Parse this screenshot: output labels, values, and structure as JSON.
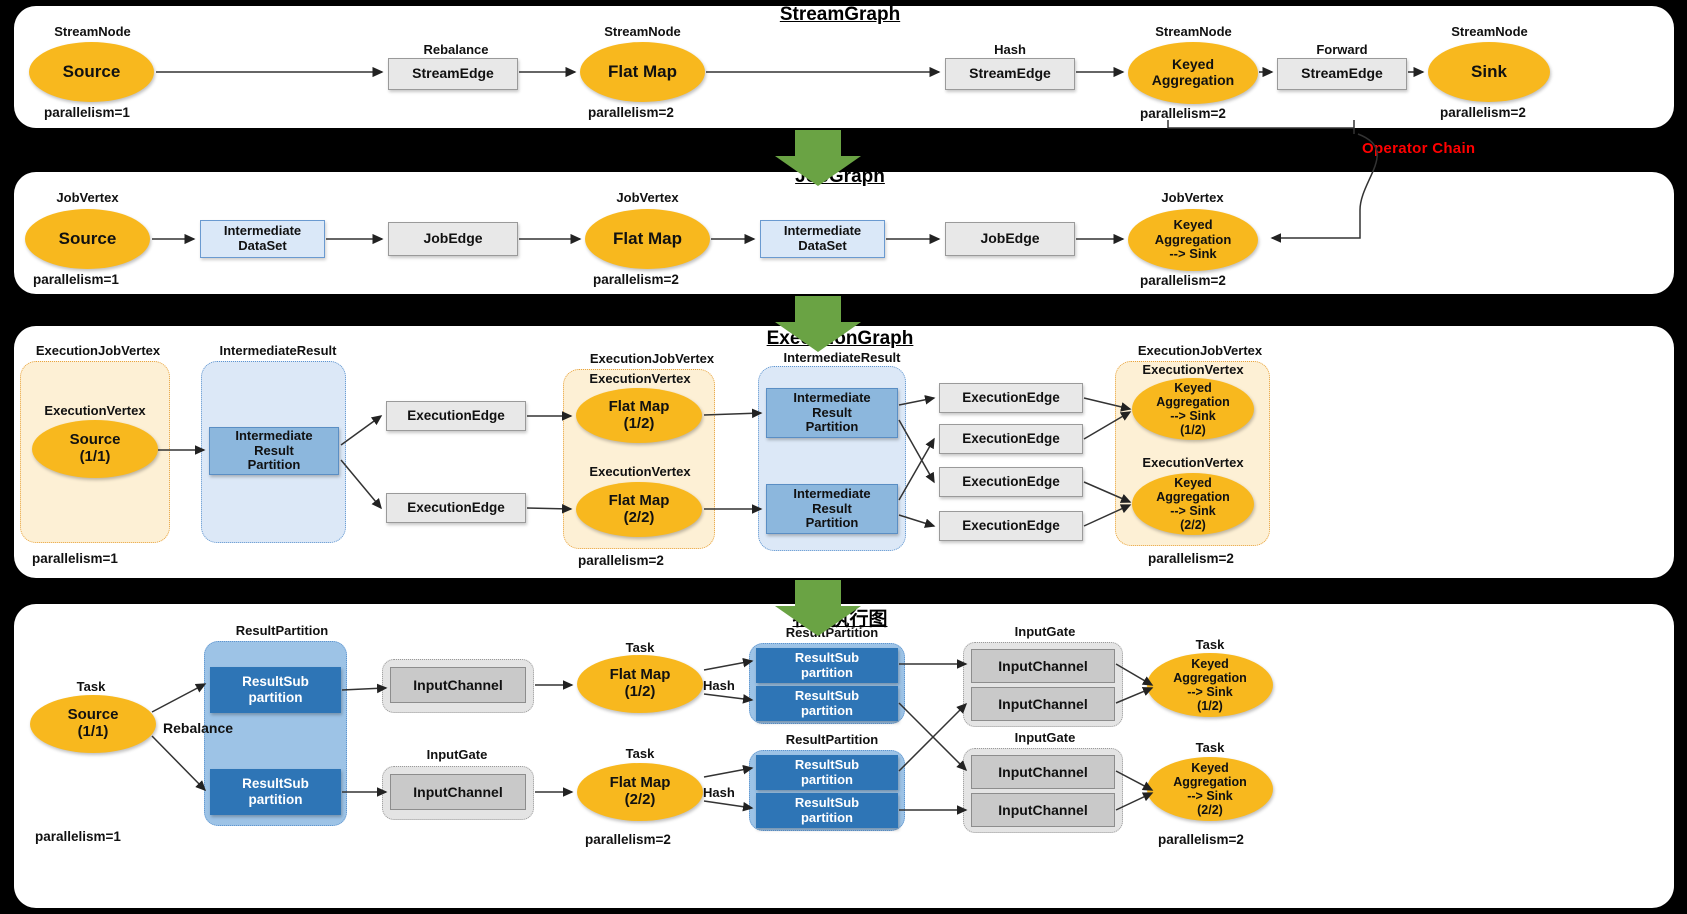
{
  "colors": {
    "background": "#000000",
    "panel": "#ffffff",
    "node_orange": "#F8B81E",
    "edge_grey": "#E8E8E8",
    "dataset_blue": "#DAE8F8",
    "partition_blue": "#8CB7DD",
    "subpartition_blue": "#2E75B6",
    "container_cream": "#FDF0D5",
    "container_lightblue": "#DCE8F7",
    "container_midblue": "#9DC3E6",
    "arrow_green": "#6AA344",
    "operator_chain_red": "#FF0000"
  },
  "annotation": {
    "operator_chain": "Operator Chain"
  },
  "sections": [
    {
      "id": "streamgraph",
      "title": "StreamGraph",
      "nodes": [
        {
          "caption": "StreamNode",
          "label": "Source",
          "parallelism": "parallelism=1"
        },
        {
          "caption": "Rebalance",
          "label": "StreamEdge"
        },
        {
          "caption": "StreamNode",
          "label": "Flat Map",
          "parallelism": "parallelism=2"
        },
        {
          "caption": "Hash",
          "label": "StreamEdge"
        },
        {
          "caption": "StreamNode",
          "label": "Keyed\nAggregation",
          "parallelism": "parallelism=2"
        },
        {
          "caption": "Forward",
          "label": "StreamEdge"
        },
        {
          "caption": "StreamNode",
          "label": "Sink",
          "parallelism": "parallelism=2"
        }
      ]
    },
    {
      "id": "jobgraph",
      "title": "JobGraph",
      "nodes": [
        {
          "caption": "JobVertex",
          "label": "Source",
          "parallelism": "parallelism=1"
        },
        {
          "label": "Intermediate\nDataSet"
        },
        {
          "label": "JobEdge"
        },
        {
          "caption": "JobVertex",
          "label": "Flat Map",
          "parallelism": "parallelism=2"
        },
        {
          "label": "Intermediate\nDataSet"
        },
        {
          "label": "JobEdge"
        },
        {
          "caption": "JobVertex",
          "label": "Keyed\nAggregation\n--> Sink",
          "parallelism": "parallelism=2"
        }
      ]
    },
    {
      "id": "executiongraph",
      "title": "ExecutionGraph",
      "group_captions": {
        "execution_job_vertex": "ExecutionJobVertex",
        "intermediate_result": "IntermediateResult",
        "execution_vertex": "ExecutionVertex"
      },
      "nodes": [
        {
          "label": "Source\n(1/1)",
          "parallelism": "parallelism=1"
        },
        {
          "label": "Intermediate\nResult\nPartition"
        },
        {
          "label": "ExecutionEdge"
        },
        {
          "label": "ExecutionEdge"
        },
        {
          "label": "Flat Map\n(1/2)"
        },
        {
          "label": "Flat Map\n(2/2)",
          "parallelism": "parallelism=2"
        },
        {
          "label": "Intermediate\nResult\nPartition"
        },
        {
          "label": "Intermediate\nResult\nPartition"
        },
        {
          "label": "ExecutionEdge"
        },
        {
          "label": "ExecutionEdge"
        },
        {
          "label": "ExecutionEdge"
        },
        {
          "label": "ExecutionEdge"
        },
        {
          "label": "Keyed\nAggregation\n--> Sink\n(1/2)"
        },
        {
          "label": "Keyed\nAggregation\n--> Sink\n(2/2)",
          "parallelism": "parallelism=2"
        }
      ]
    },
    {
      "id": "physical",
      "title": "物理执行图",
      "group_captions": {
        "task": "Task",
        "result_partition": "ResultPartition",
        "input_gate": "InputGate"
      },
      "edge_labels": {
        "rebalance": "Rebalance",
        "hash": "Hash"
      },
      "nodes": [
        {
          "label": "Source\n(1/1)",
          "parallelism": "parallelism=1"
        },
        {
          "label": "ResultSub\npartition"
        },
        {
          "label": "ResultSub\npartition"
        },
        {
          "label": "InputChannel"
        },
        {
          "label": "InputChannel"
        },
        {
          "label": "Flat Map\n(1/2)"
        },
        {
          "label": "Flat Map\n(2/2)",
          "parallelism": "parallelism=2"
        },
        {
          "label": "ResultSub\npartition"
        },
        {
          "label": "ResultSub\npartition"
        },
        {
          "label": "ResultSub\npartition"
        },
        {
          "label": "ResultSub\npartition"
        },
        {
          "label": "InputChannel"
        },
        {
          "label": "InputChannel"
        },
        {
          "label": "InputChannel"
        },
        {
          "label": "InputChannel"
        },
        {
          "label": "Keyed\nAggregation\n--> Sink\n(1/2)"
        },
        {
          "label": "Keyed\nAggregation\n--> Sink\n(2/2)",
          "parallelism": "parallelism=2"
        }
      ]
    }
  ]
}
